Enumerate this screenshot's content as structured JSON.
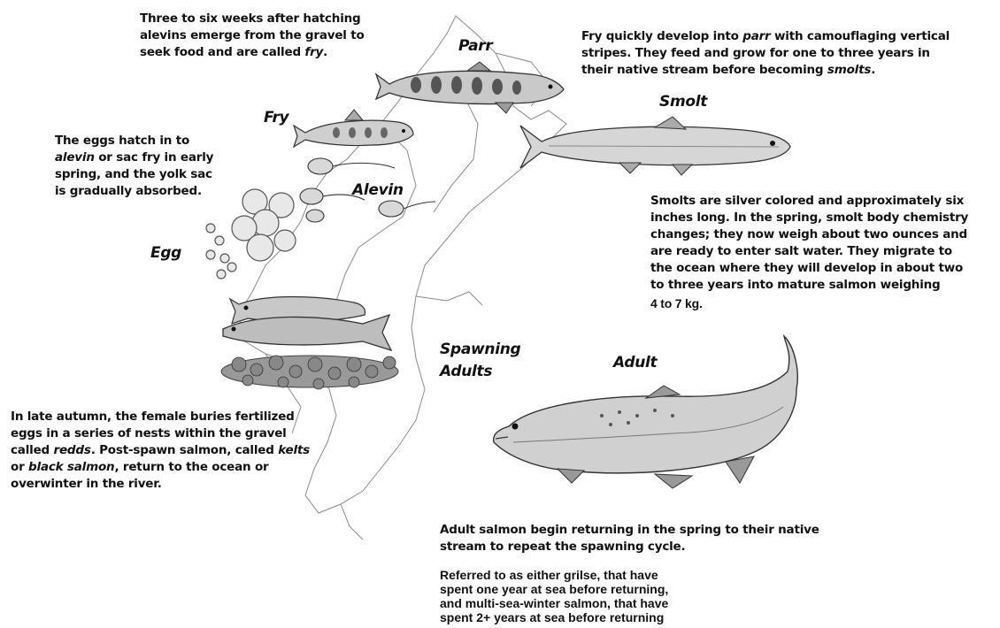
{
  "stage_labels": {
    "parr": "Parr",
    "fry": "Fry",
    "smolt": "Smolt",
    "alevin": "Alevin",
    "egg": "Egg",
    "spawning": "Spawning",
    "spawning_adults": "Adults",
    "adult": "Adult"
  },
  "descriptions": {
    "fry": {
      "line1": "Three to six weeks after hatching",
      "line2": "alevins emerge from the gravel to",
      "line3_pre": "seek food and are called ",
      "line3_em": "fry",
      "line3_post": "."
    },
    "parr": {
      "line1_pre": "Fry quickly develop into ",
      "line1_em": "parr",
      "line1_post": " with camouflaging vertical",
      "line2": "stripes. They feed and grow for one to three years in",
      "line3_pre": "their native stream before becoming ",
      "line3_em": "smolts",
      "line3_post": "."
    },
    "alevin": {
      "line1": "The eggs hatch in to",
      "line2_em": "alevin",
      "line2_post": " or sac fry in early",
      "line3": "spring, and the yolk sac",
      "line4": "is gradually absorbed."
    },
    "smolt": {
      "line1": "Smolts are silver colored and approximately six",
      "line2": "inches long. In the spring, smolt body chemistry",
      "line3": "changes; they now weigh about two ounces and",
      "line4": "are ready to enter salt water. They migrate to",
      "line5": "the ocean where they will develop in about two",
      "line6": "to three years into mature salmon weighing",
      "line7": "4 to 7 kg."
    },
    "spawning": {
      "line1": "In late autumn, the female buries fertilized",
      "line2": "eggs in a series of nests within the gravel",
      "line3_pre": "called ",
      "line3_em": "redds",
      "line3_post": ". Post-spawn salmon, called ",
      "line3_em2": "kelts",
      "line4_pre": "or ",
      "line4_em": "black salmon",
      "line4_post": ", return to the ocean or",
      "line5": "overwinter in the river."
    },
    "adult": {
      "line1": "Adult salmon begin returning in the spring to their native",
      "line2": "stream to repeat the spawning cycle.",
      "note1": "Referred to as either grilse, that have",
      "note2": "spent one year at sea before returning,",
      "note3": "and multi-sea-winter salmon, that have",
      "note4": "spent 2+ years at sea before returning"
    }
  }
}
